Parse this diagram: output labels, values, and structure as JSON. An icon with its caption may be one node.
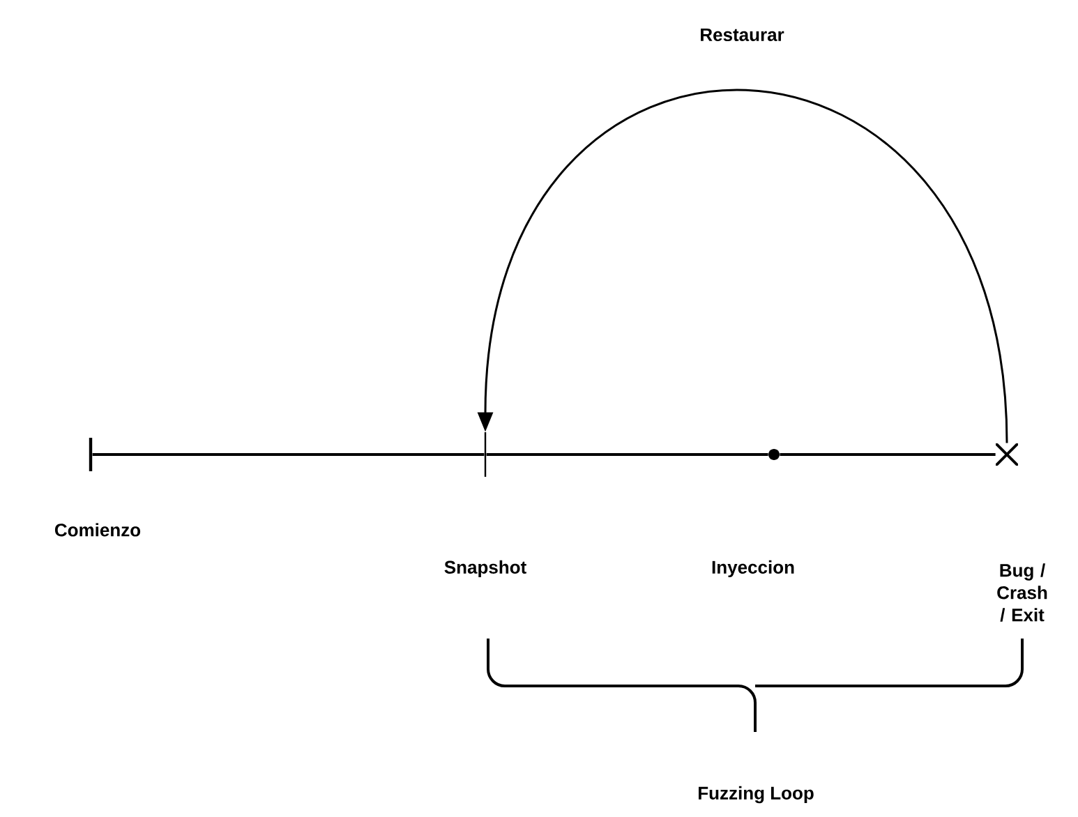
{
  "diagram": {
    "nodes": [
      {
        "text": [],
        "shape": "bar",
        "beside": [
          "Comienzo"
        ]
      },
      {
        "text": [],
        "shape": "bar"
      },
      {
        "text": [],
        "shape": "circle"
      },
      {
        "text": [],
        "shape": "cross"
      }
    ],
    "edges": [
      {
        "from": 0,
        "to": 1,
        "arrow": "none"
      },
      {
        "from": 1,
        "to": 2,
        "arrow": "none"
      },
      {
        "from": 2,
        "to": 3,
        "arrow": "none"
      },
      {
        "from": 3,
        "to": 1,
        "arrow": "to",
        "label": "Restaurar"
      }
    ],
    "labels": [
      "Snapshot",
      "Inyeccion",
      "Bug / Crash / Exit",
      "Fuzzing Loop"
    ]
  }
}
